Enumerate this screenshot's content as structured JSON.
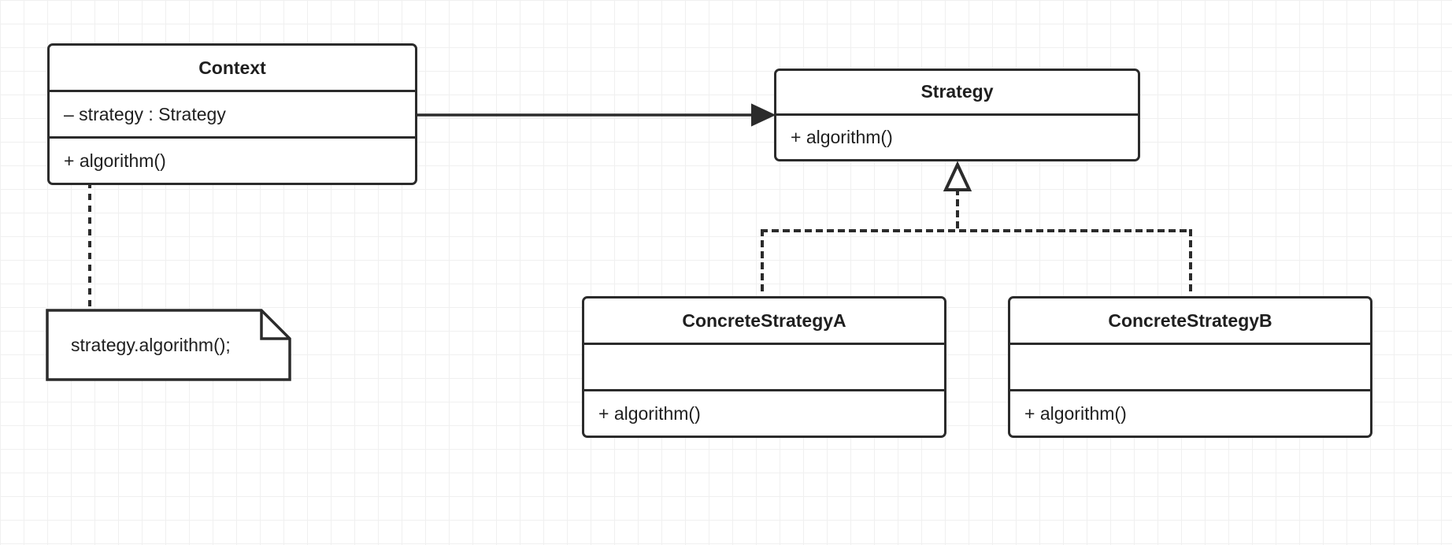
{
  "diagram": {
    "title": "Strategy Pattern UML Class Diagram",
    "type": "uml-class-diagram",
    "background": "#ffffff",
    "grid_color": "#f0f0f0",
    "stroke_color": "#2b2b2b",
    "text_color": "#1f1f1f"
  },
  "classes": {
    "context": {
      "name": "Context",
      "attribute": "– strategy : Strategy",
      "operation": "+ algorithm()"
    },
    "strategy": {
      "name": "Strategy",
      "operation": "+ algorithm()"
    },
    "concrete_a": {
      "name": "ConcreteStrategyA",
      "attribute": "",
      "operation": "+ algorithm()"
    },
    "concrete_b": {
      "name": "ConcreteStrategyB",
      "attribute": "",
      "operation": "+ algorithm()"
    }
  },
  "note": {
    "text": "strategy.algorithm();"
  },
  "relationships": [
    {
      "kind": "aggregation",
      "from": "Context",
      "to": "Strategy",
      "source_decoration": "hollow-diamond",
      "target_decoration": "filled-arrow",
      "line": "solid"
    },
    {
      "kind": "realization",
      "from": "ConcreteStrategyA",
      "to": "Strategy",
      "target_decoration": "hollow-triangle",
      "line": "dashed"
    },
    {
      "kind": "realization",
      "from": "ConcreteStrategyB",
      "to": "Strategy",
      "target_decoration": "hollow-triangle",
      "line": "dashed"
    },
    {
      "kind": "note-anchor",
      "from": "Context",
      "to": "note",
      "line": "dotted"
    }
  ]
}
